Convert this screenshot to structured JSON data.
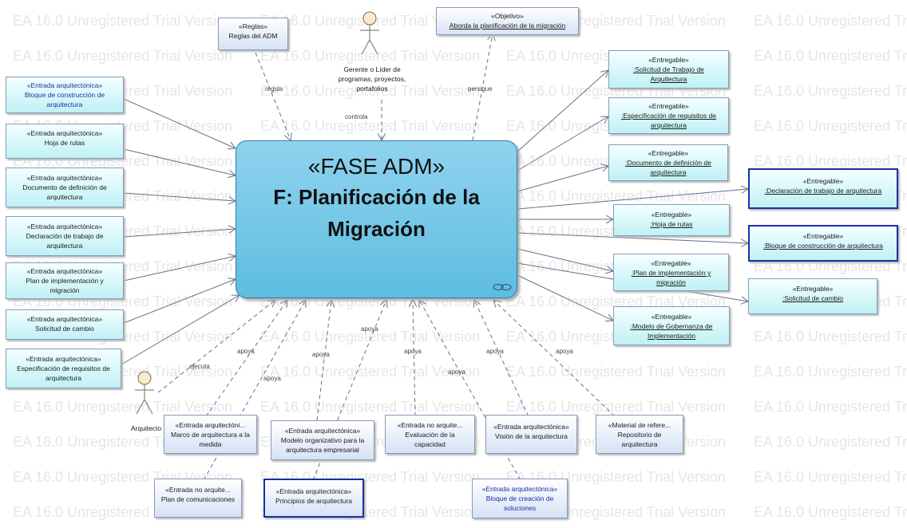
{
  "watermark": "EA 16.0 Unregistered Trial Version",
  "phase": {
    "stereotype": "«FASE ADM»",
    "line1": "F: Planificación de la",
    "line2": "Migración"
  },
  "top": {
    "rules": {
      "stereotype": "«Reglas»",
      "name": "Reglas del ADM"
    },
    "manager": {
      "line1": "Gerente o Líder de",
      "line2": "programas, proyectos,",
      "line3": "portafolios"
    },
    "objective": {
      "stereotype": "«Objetivo»",
      "name": "Aborda la planificación de la migración"
    }
  },
  "edge_labels": {
    "regula": "regula",
    "controla": "controla",
    "persigue": "persigue",
    "ejecuta": "ejecuta",
    "apoya": "apoya"
  },
  "inputs": [
    {
      "stereotype": "«Entrada arquitectónica»",
      "line1": "Bloque de construcción de",
      "line2": "arquitectura"
    },
    {
      "stereotype": "«Entrada arquitectónica»",
      "line1": "Hoja de rutas",
      "line2": ""
    },
    {
      "stereotype": "«Entrada arquitectónica»",
      "line1": "Documento de definición de",
      "line2": "arquitectura"
    },
    {
      "stereotype": "«Entrada arquitectónica»",
      "line1": "Declaración de trabajo de",
      "line2": "arquitectura"
    },
    {
      "stereotype": "«Entrada arquitectónica»",
      "line1": "Plan de implementación y",
      "line2": "migración"
    },
    {
      "stereotype": "«Entrada arquitectónica»",
      "line1": "Solicitud de cambio",
      "line2": ""
    },
    {
      "stereotype": "«Entrada arquitectónica»",
      "line1": "Especificación de requisitos de",
      "line2": "arquitectura"
    }
  ],
  "outputs": [
    {
      "stereotype": "«Entregable»",
      "line1": ":Solicitud de Trabajo de",
      "line2": "Arquitectura"
    },
    {
      "stereotype": "«Entregable»",
      "line1": ":Especificación de requisitos de",
      "line2": "arquitectura"
    },
    {
      "stereotype": "«Entregable»",
      "line1": ":Documento de definición de",
      "line2": "arquitectura"
    },
    {
      "stereotype": "«Entregable»",
      "line1": ":Declaración de trabajo de arquitectura",
      "line2": ""
    },
    {
      "stereotype": "«Entregable»",
      "line1": ":Hoja de rutas",
      "line2": ""
    },
    {
      "stereotype": "«Entregable»",
      "line1": ":Bloque de construcción de arquitectura",
      "line2": ""
    },
    {
      "stereotype": "«Entregable»",
      "line1": ":Plan de implementación y",
      "line2": "migración"
    },
    {
      "stereotype": "«Entregable»",
      "line1": ":Solicitud de cambio",
      "line2": ""
    },
    {
      "stereotype": "«Entregable»",
      "line1": ":Modelo de Gobernanza de",
      "line2": "Implementación"
    }
  ],
  "architect": {
    "label": "Arquitecto"
  },
  "support": [
    {
      "stereotype": "«Entrada arquitectóni...",
      "line1": "Marco de arquitectura a la",
      "line2": "medida"
    },
    {
      "stereotype": "«Entrada arquitectónica»",
      "line1": "Modelo organizativo para la",
      "line2": "arquitectura empresarial"
    },
    {
      "stereotype": "«Entrada no arquite...",
      "line1": "Evaluación de la",
      "line2": "capacidad"
    },
    {
      "stereotype": "«Entrada arquitectónica»",
      "line1": "Visión de la arquitectura",
      "line2": ""
    },
    {
      "stereotype": "«Material de refere...",
      "line1": "Repositorio de",
      "line2": "arquitectura"
    },
    {
      "stereotype": "«Entrada no arquite...",
      "line1": "Plan de comunicaciones",
      "line2": ""
    },
    {
      "stereotype": "«Entrada arquitectónica»",
      "line1": "Principios de arquitectura",
      "line2": ""
    },
    {
      "stereotype": "«Entrada arquitectónica»",
      "line1": "Bloque de creación de",
      "line2": "soluciones"
    }
  ]
}
